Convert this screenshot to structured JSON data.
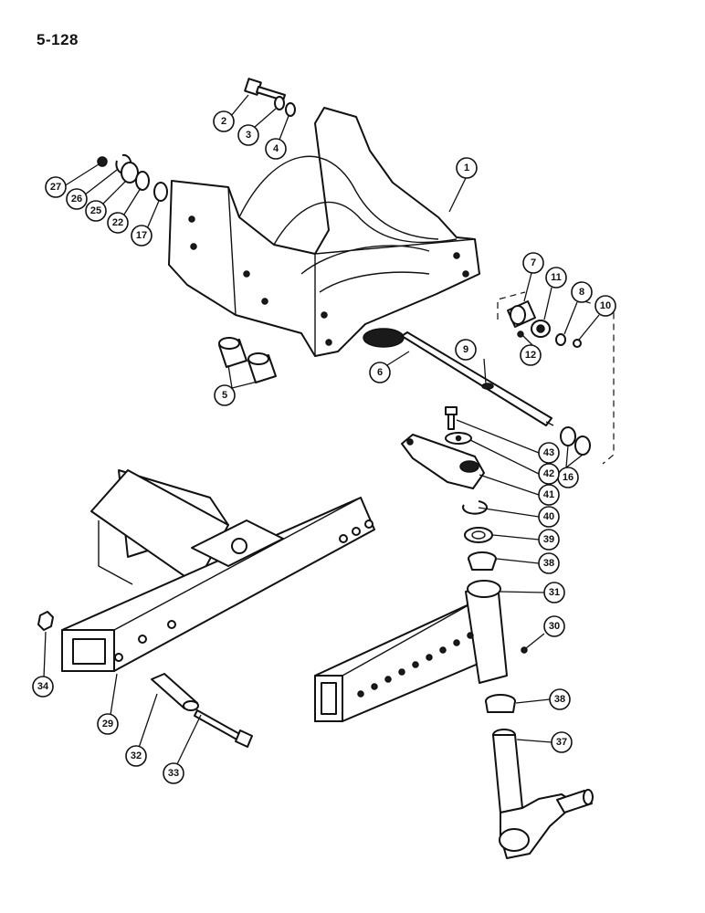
{
  "page": {
    "number": "5-128"
  },
  "callouts": {
    "c1": "1",
    "c2": "2",
    "c3": "3",
    "c4": "4",
    "c5": "5",
    "c6": "6",
    "c7": "7",
    "c8": "8",
    "c9": "9",
    "c10": "10",
    "c11": "11",
    "c12": "12",
    "c16": "16",
    "c17": "17",
    "c22": "22",
    "c25": "25",
    "c26": "26",
    "c27": "27",
    "c29": "29",
    "c30": "30",
    "c31": "31",
    "c32": "32",
    "c33": "33",
    "c34": "34",
    "c37": "37",
    "c38a": "38",
    "c38b": "38",
    "c39": "39",
    "c40": "40",
    "c41": "41",
    "c42": "42",
    "c43": "43"
  }
}
